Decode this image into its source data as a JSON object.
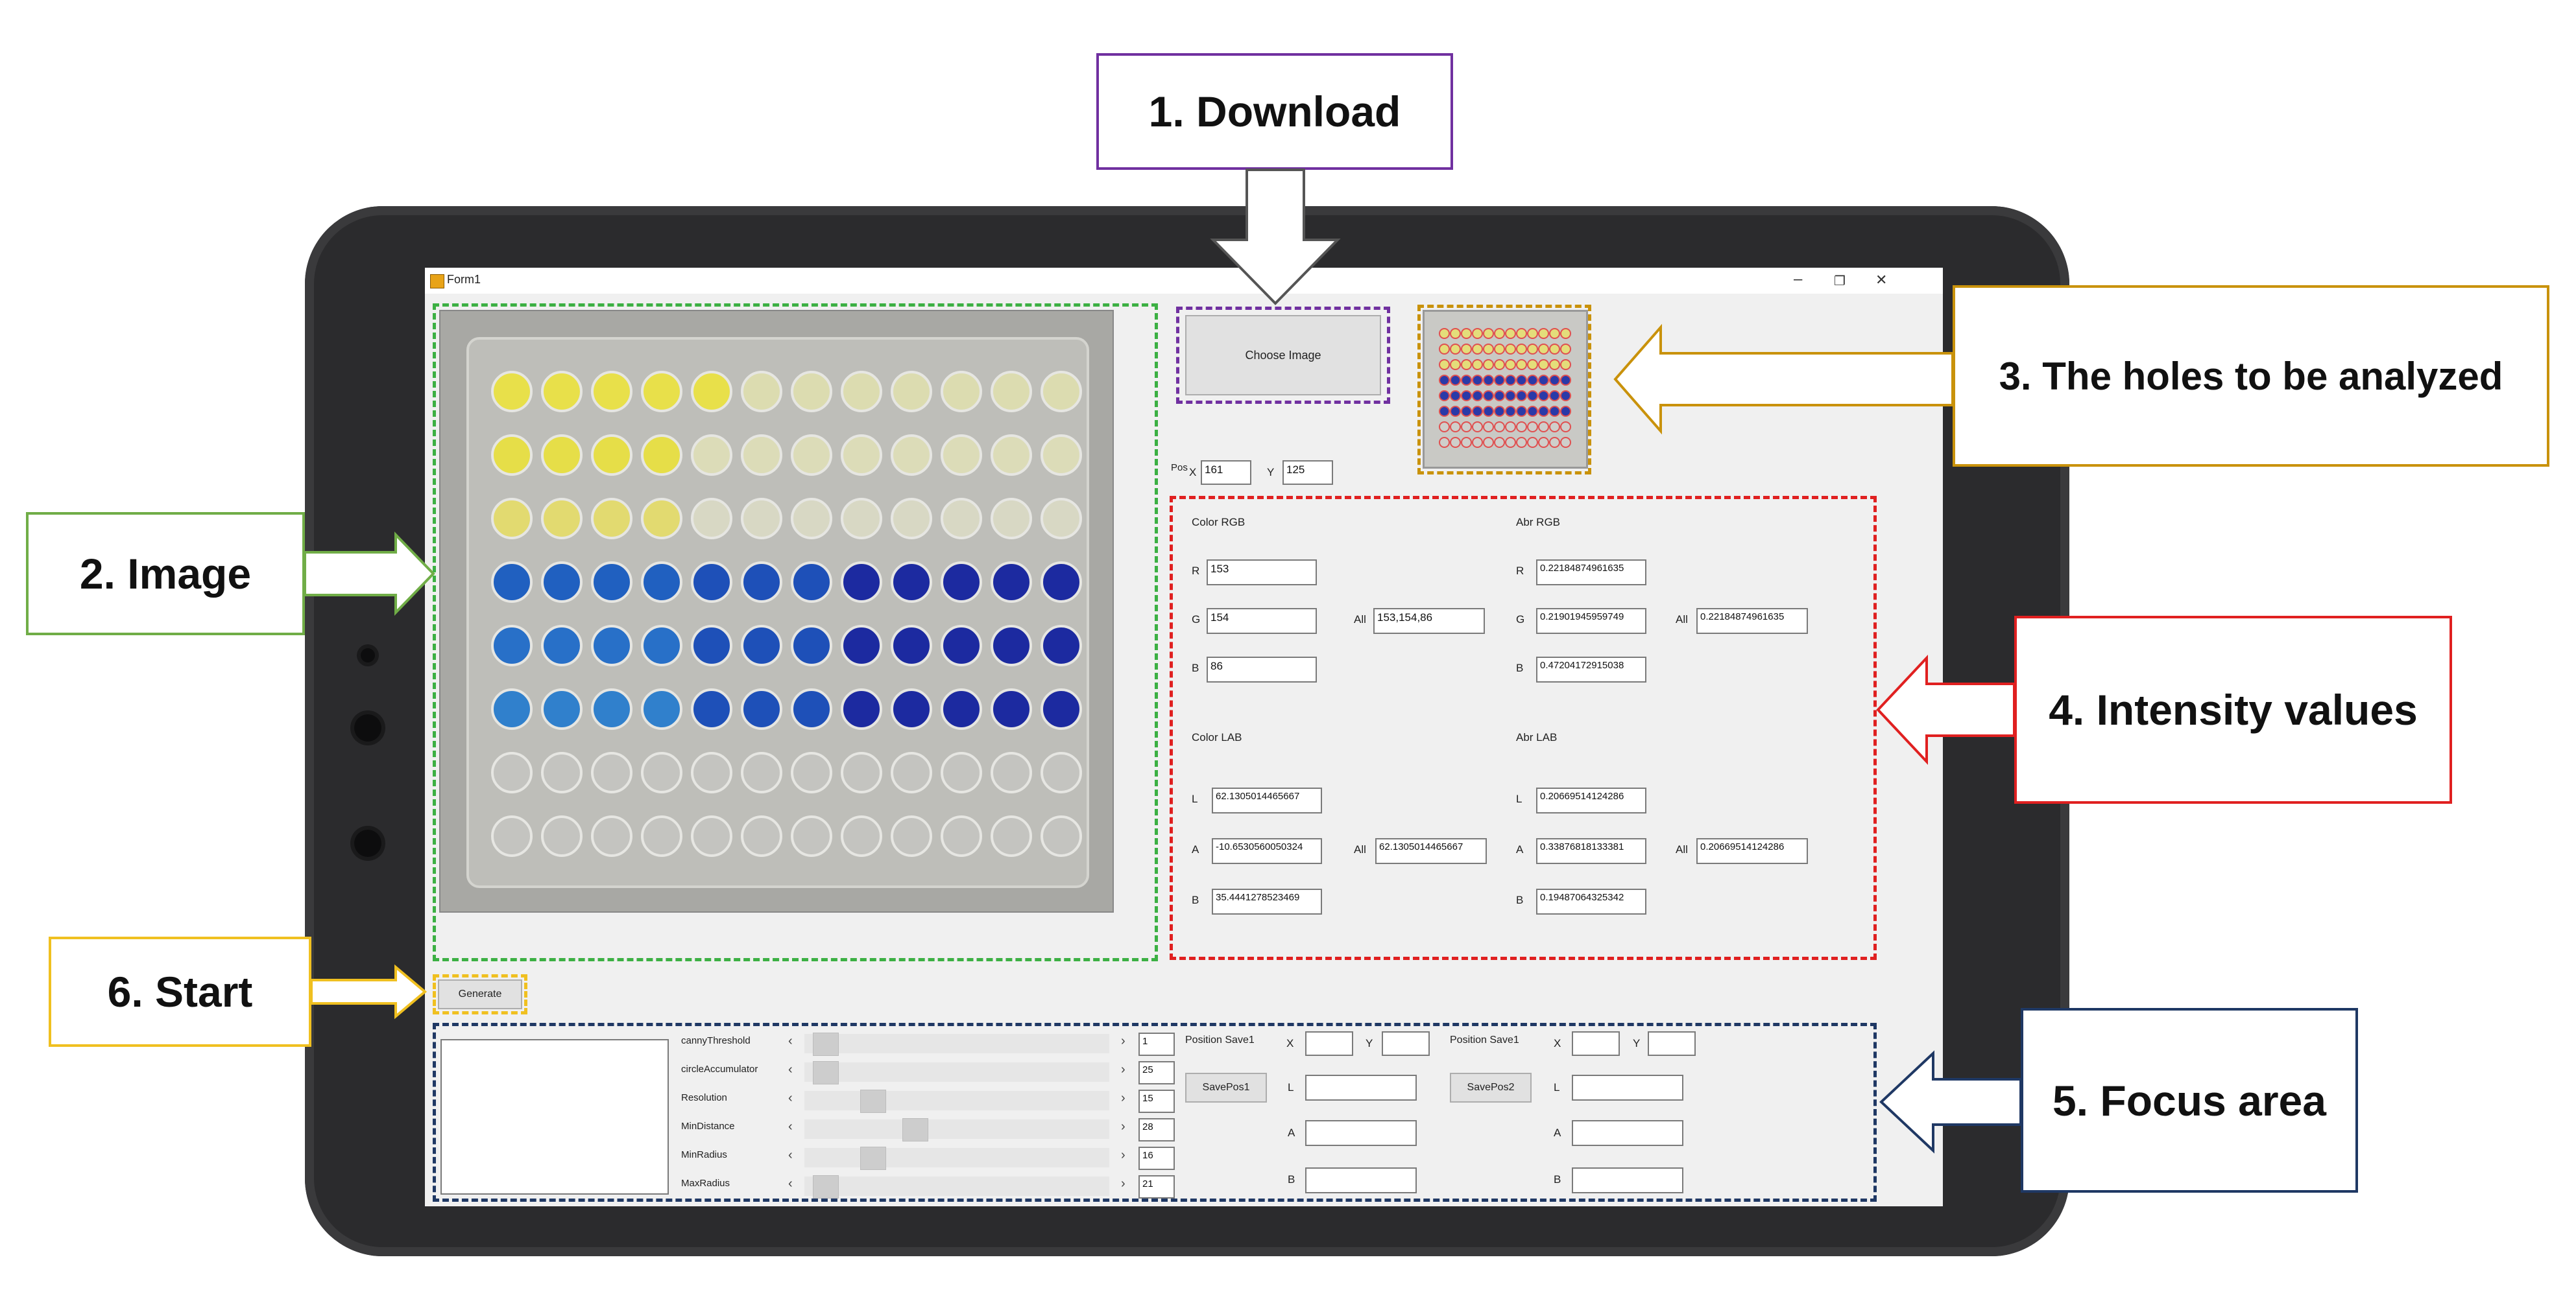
{
  "window": {
    "title": "Form1",
    "minimize_glyph": "–",
    "restore_glyph": "❐",
    "close_glyph": "✕"
  },
  "choose_image_label": "Choose Image",
  "generate_label": "Generate",
  "position": {
    "label": "Pos",
    "x_label": "X",
    "x_value": "161",
    "y_label": "Y",
    "y_value": "125"
  },
  "color_rgb": {
    "title": "Color RGB",
    "r_label": "R",
    "r_value": "153",
    "g_label": "G",
    "g_value": "154",
    "b_label": "B",
    "b_value": "86",
    "all_label": "All",
    "all_value": "153,154,86"
  },
  "abr_rgb": {
    "title": "Abr RGB",
    "r_label": "R",
    "r_value": "0.22184874961635",
    "g_label": "G",
    "g_value": "0.21901945959749",
    "b_label": "B",
    "b_value": "0.47204172915038",
    "all_label": "All",
    "all_value": "0.22184874961635"
  },
  "color_lab": {
    "title": "Color LAB",
    "l_label": "L",
    "l_value": "62.1305014465667",
    "a_label": "A",
    "a_value": "-10.6530560050324",
    "b_label": "B",
    "b_value": "35.4441278523469",
    "all_label": "All",
    "all_value": "62.1305014465667"
  },
  "abr_lab": {
    "title": "Abr LAB",
    "l_label": "L",
    "l_value": "0.20669514124286",
    "a_label": "A",
    "a_value": "0.33876818133381",
    "b_label": "B",
    "b_value": "0.19487064325342",
    "all_label": "All",
    "all_value": "0.20669514124286"
  },
  "sliders": [
    {
      "label": "cannyThreshold",
      "value": "1",
      "position": 0.03
    },
    {
      "label": "circleAccumulator",
      "value": "25",
      "position": 0.03
    },
    {
      "label": "Resolution",
      "value": "15",
      "position": 0.2
    },
    {
      "label": "MinDistance",
      "value": "28",
      "position": 0.35
    },
    {
      "label": "MinRadius",
      "value": "16",
      "position": 0.2
    },
    {
      "label": "MaxRadius",
      "value": "21",
      "position": 0.03
    }
  ],
  "slider_left_arrow": "‹",
  "slider_right_arrow": "›",
  "position_save1": {
    "title": "Position Save1",
    "x_label": "X",
    "y_label": "Y",
    "button": "SavePos1",
    "l_label": "L",
    "a_label": "A",
    "b_label": "B"
  },
  "position_save2": {
    "title": "Position Save1",
    "x_label": "X",
    "y_label": "Y",
    "button": "SavePos2",
    "l_label": "L",
    "a_label": "A",
    "b_label": "B"
  },
  "callouts": {
    "download": "1. Download",
    "image": "2. Image",
    "holes": "3. The holes to be analyzed",
    "intensity": "4. Intensity values",
    "focus": "5. Focus area",
    "start": "6. Start"
  },
  "colors": {
    "download": "#7030a0",
    "image": "#70ad47",
    "holes": "#c9920b",
    "intensity": "#e02020",
    "focus": "#1f3864",
    "start": "#f0c020"
  },
  "plate_rows": [
    {
      "color": "#e8e04a",
      "count": 5,
      "fade": "#dcdcb0"
    },
    {
      "color": "#e6de48",
      "count": 4,
      "fade": "#dcdcb8"
    },
    {
      "color": "#e2da70",
      "count": 4,
      "fade": "#d8d8c4"
    },
    {
      "color": "#2060c0",
      "count": 12,
      "fade": "#1c2aa0"
    },
    {
      "color": "#2870c8",
      "count": 12,
      "fade": "#1c2aa0"
    },
    {
      "color": "#3080cc",
      "count": 12,
      "fade": "#1c2aa0"
    },
    {
      "color": "#c4c4c0",
      "count": 0,
      "fade": "#c4c4c0"
    },
    {
      "color": "#c4c4c0",
      "count": 0,
      "fade": "#c4c4c0"
    }
  ]
}
